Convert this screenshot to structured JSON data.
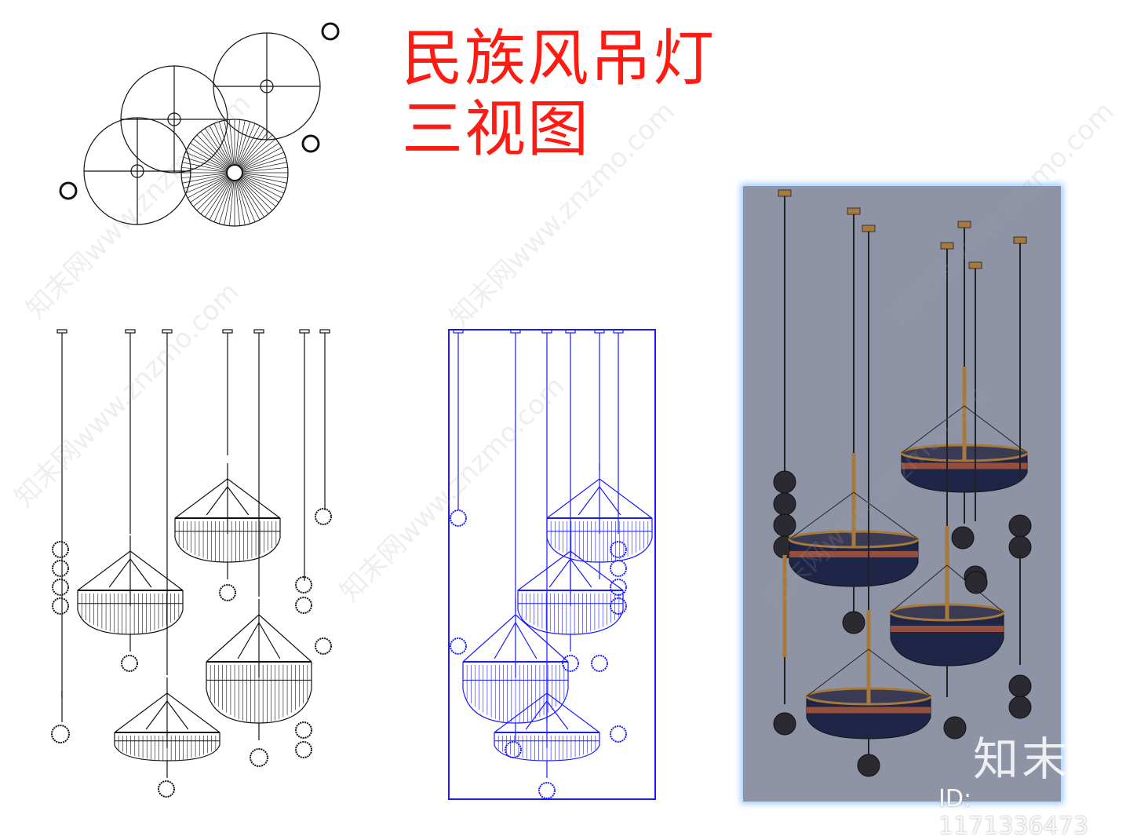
{
  "title": {
    "line1": "民族风吊灯",
    "line2": "三视图"
  },
  "watermark": {
    "text": "知末网www.znzmo.com",
    "brand": "知末",
    "id_label": "ID: 1171336473"
  },
  "colors": {
    "title": "#ff1a12",
    "wire_black": "#111111",
    "wire_blue": "#1a1aff",
    "render_bg": "#8e94a6",
    "render_glow": "#9cc9ff",
    "brass": "#a67a3a",
    "navy": "#1e2546"
  }
}
